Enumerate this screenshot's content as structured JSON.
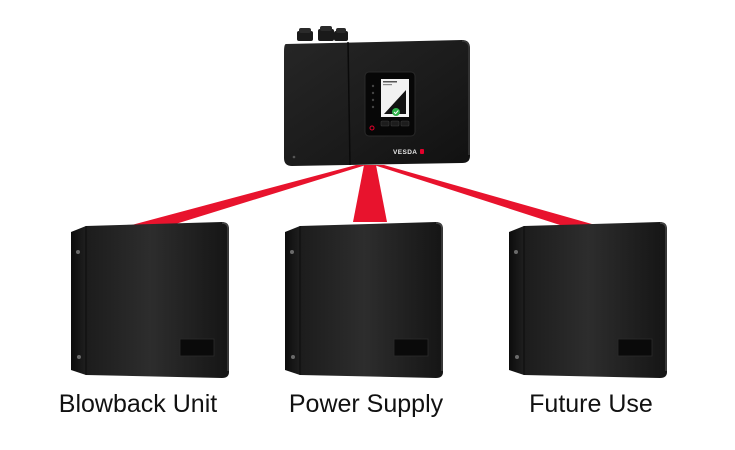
{
  "main_unit": {
    "brand": "VESDA",
    "brand_accent_color": "#e4002b"
  },
  "link_color": "#e8132d",
  "modules": [
    {
      "label": "Blowback Unit"
    },
    {
      "label": "Power Supply"
    },
    {
      "label": "Future Use"
    }
  ]
}
